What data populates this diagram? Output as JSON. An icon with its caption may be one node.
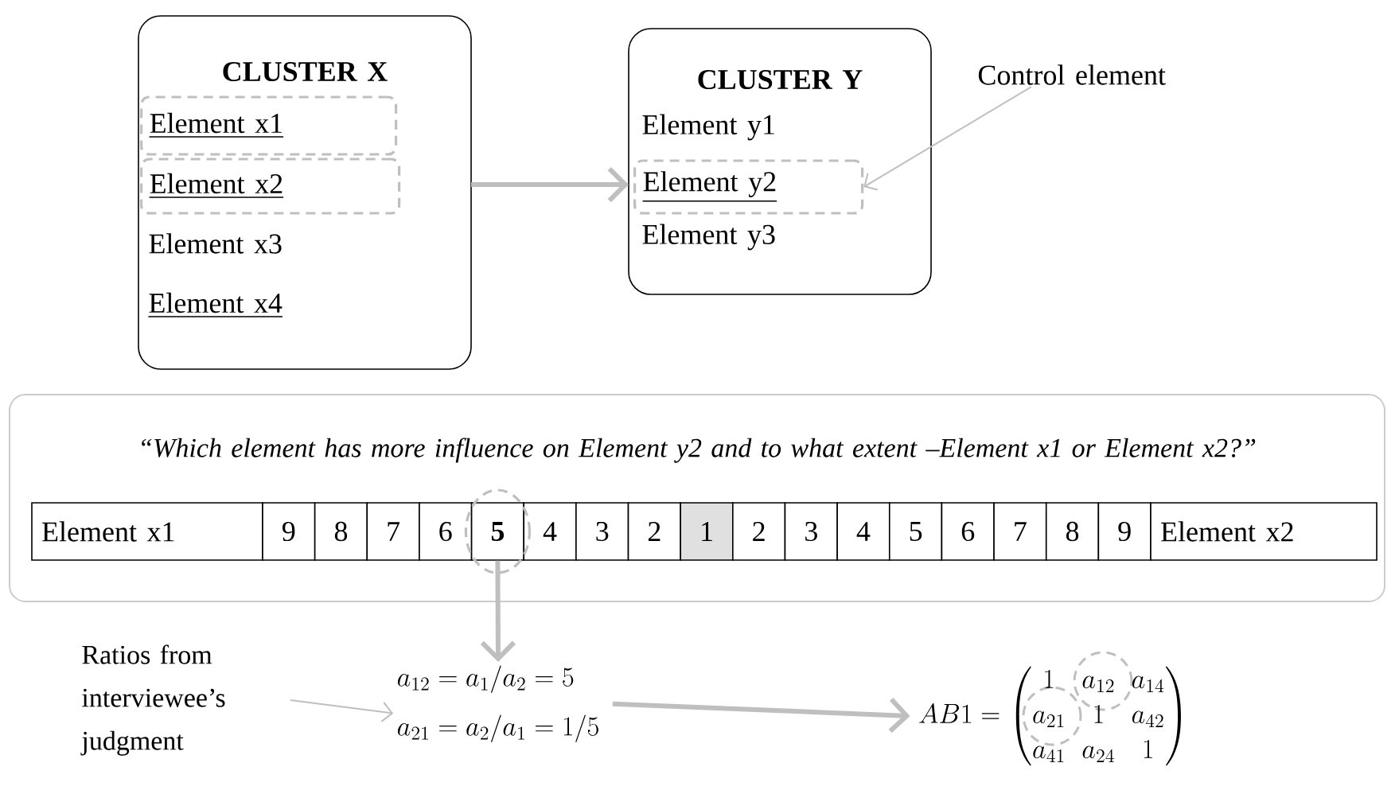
{
  "diagram": {
    "nodes": [
      {
        "text": [
          "CLUSTER X"
        ]
      },
      {
        "text": [
          "Element x1"
        ],
        "in": 0
      },
      {
        "text": [
          "Element x2"
        ],
        "in": 0
      },
      {
        "text": [
          "Element x3"
        ],
        "in": 0
      },
      {
        "text": [
          "Element x4"
        ],
        "in": 0
      },
      {
        "text": [
          "CLUSTER Y"
        ]
      },
      {
        "text": [
          "Element y1"
        ],
        "in": 5
      },
      {
        "text": [
          "Element y2"
        ],
        "in": 5
      },
      {
        "text": [
          "Element y3"
        ],
        "in": 5
      },
      {
        "text": [
          "Control element"
        ]
      },
      {
        "text": [
          "“Which element has more influence on Element y2 and to what extent –Element x1 or Element x2?”"
        ]
      },
      {
        "text": [
          "Element x1"
        ],
        "in": 10
      },
      {
        "text": [
          "9"
        ],
        "in": 10
      },
      {
        "text": [
          "8"
        ],
        "in": 10
      },
      {
        "text": [
          "7"
        ],
        "in": 10
      },
      {
        "text": [
          "6"
        ],
        "in": 10
      },
      {
        "text": [
          "5"
        ],
        "in": 10
      },
      {
        "text": [
          "4"
        ],
        "in": 10
      },
      {
        "text": [
          "3"
        ],
        "in": 10
      },
      {
        "text": [
          "2"
        ],
        "in": 10
      },
      {
        "text": [
          "1"
        ],
        "in": 10
      },
      {
        "text": [
          "2"
        ],
        "in": 10
      },
      {
        "text": [
          "3"
        ],
        "in": 10
      },
      {
        "text": [
          "4"
        ],
        "in": 10
      },
      {
        "text": [
          "5"
        ],
        "in": 10
      },
      {
        "text": [
          "6"
        ],
        "in": 10
      },
      {
        "text": [
          "7"
        ],
        "in": 10
      },
      {
        "text": [
          "8"
        ],
        "in": 10
      },
      {
        "text": [
          "9"
        ],
        "in": 10
      },
      {
        "text": [
          "Element x2"
        ],
        "in": 10
      },
      {
        "text": [
          "Ratios from interviewee’s judgment"
        ]
      },
      {
        "text": [
          "a_{12} = a_1 / a_2 = 5",
          "a_{21} = a_2 / a_1 = 1/5"
        ]
      },
      {
        "text": [
          "AB1 = \\begin{pmatrix} 1 & a_{12} & a_{14} \\\\ a_{21} & 1 & a_{42} \\\\ a_{41} & a_{24} & 1 \\end{pmatrix}"
        ]
      }
    ],
    "edges": [
      {
        "from": 0,
        "to": 5,
        "arrow": "to"
      },
      {
        "from": 9,
        "to": 7,
        "arrow": "to"
      },
      {
        "from": 16,
        "to": 31,
        "arrow": "to"
      },
      {
        "from": 30,
        "to": 31,
        "arrow": "to"
      },
      {
        "from": 31,
        "to": 32,
        "arrow": "to"
      }
    ]
  }
}
